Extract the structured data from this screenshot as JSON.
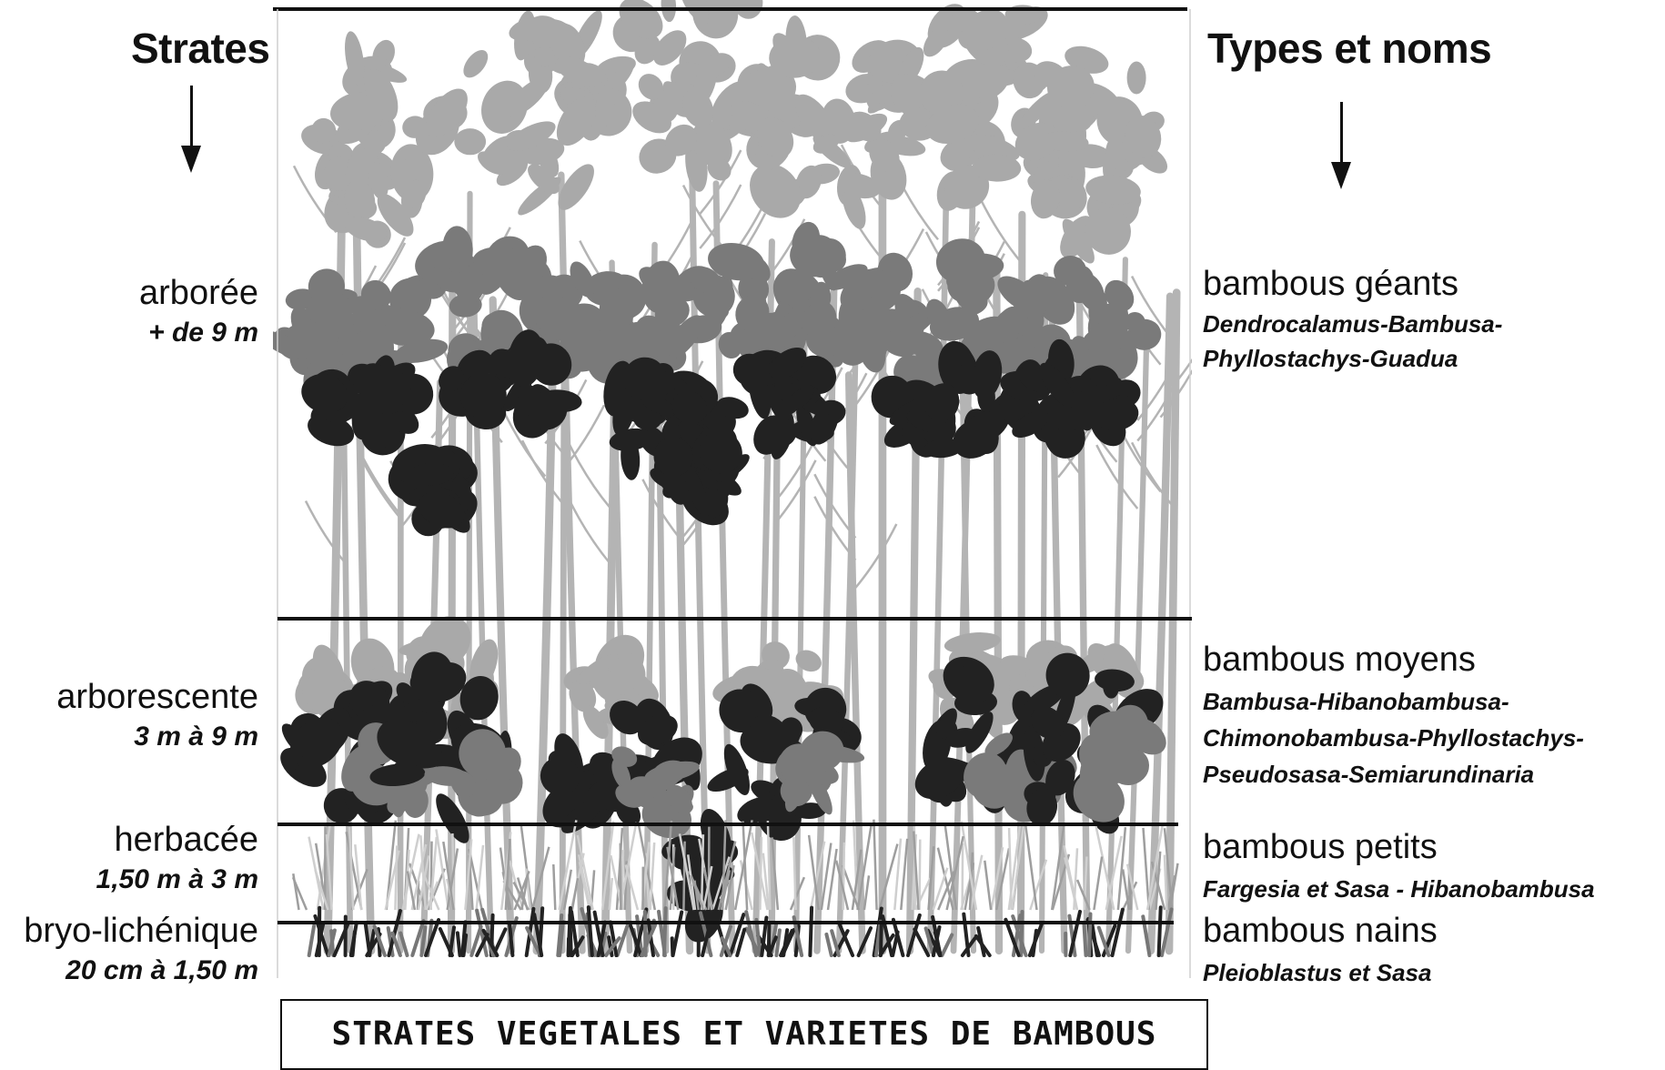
{
  "headers": {
    "left": "Strates",
    "right": "Types et noms"
  },
  "strata": [
    {
      "name": "arborée",
      "height": "+ de 9 m"
    },
    {
      "name": "arborescente",
      "height": "3 m à 9 m"
    },
    {
      "name": "herbacée",
      "height": "1,50 m à 3 m"
    },
    {
      "name": "bryo-lichénique",
      "height": "20 cm à 1,50 m"
    }
  ],
  "bamboo_types": [
    {
      "name": "bambous géants",
      "genera": [
        "Dendrocalamus-Bambusa-",
        "Phyllostachys-Guadua"
      ]
    },
    {
      "name": "bambous moyens",
      "genera": [
        "Bambusa-Hibanobambusa-",
        "Chimonobambusa-Phyllostachys-",
        "Pseudosasa-Semiarundinaria"
      ]
    },
    {
      "name": "bambous petits",
      "genera": [
        "Fargesia et Sasa - Hibanobambusa"
      ]
    },
    {
      "name": "bambous nains",
      "genera": [
        "Pleioblastus et Sasa"
      ]
    }
  ],
  "caption": "STRATES VEGETALES ET VARIETES DE BAMBOUS",
  "colors": {
    "canopy_light": "#a9a9a9",
    "canopy_mid": "#7a7a7a",
    "foliage_dark": "#222222",
    "stem": "#b4b4b4",
    "divider": "#111111"
  }
}
